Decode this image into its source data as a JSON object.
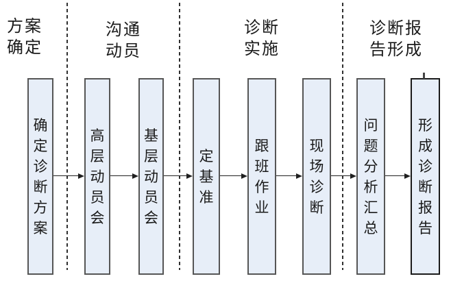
{
  "diagram": {
    "type": "flowchart",
    "direction": "left-to-right",
    "phases": [
      {
        "label": "方案\n确定",
        "boxes": [
          "确定诊断方案"
        ]
      },
      {
        "label": "沟通\n动员",
        "boxes": [
          "高层动员会",
          "基层动员会"
        ]
      },
      {
        "label": "诊断\n实施",
        "boxes": [
          "定基准",
          "跟班作业",
          "现场诊断"
        ]
      },
      {
        "label": "诊断报\n告形成",
        "boxes": [
          "问题分析汇总",
          "形成诊断报告"
        ]
      }
    ],
    "flow_order": [
      "确定诊断方案",
      "高层动员会",
      "基层动员会",
      "定基准",
      "跟班作业",
      "现场诊断",
      "问题分析汇总",
      "形成诊断报告"
    ],
    "colors": {
      "background": "#ffffff",
      "box_fill": "#e7eef8",
      "box_border": "#555555",
      "emphasis_box_border": "#1a1a1a",
      "divider": "#2f2f2f",
      "arrow": "#1f1f1f",
      "text": "#1a1a1a"
    }
  }
}
